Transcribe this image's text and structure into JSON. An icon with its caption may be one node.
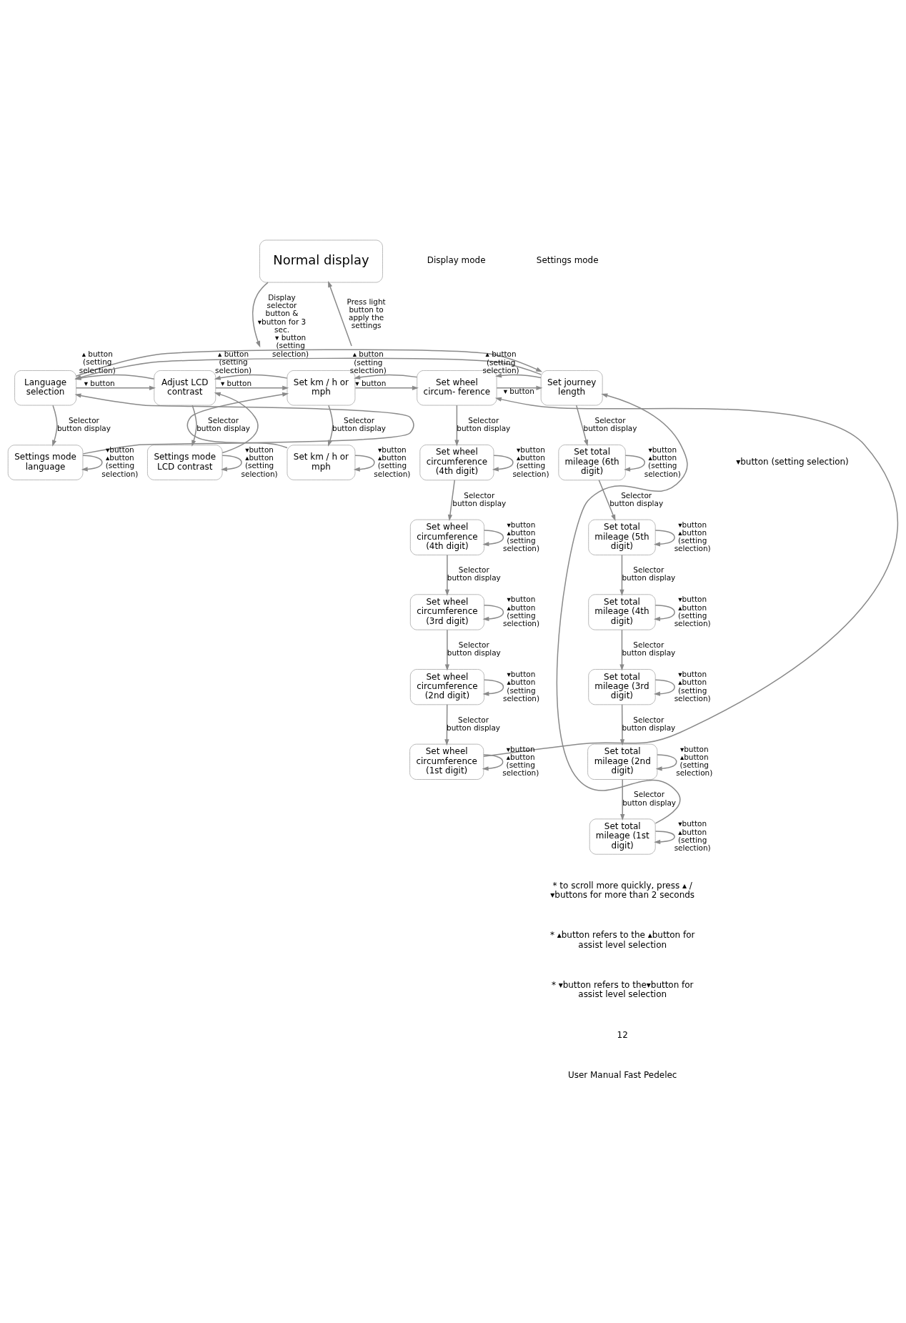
{
  "diagram": {
    "nodes": [
      {
        "text": [
          "Normal display"
        ]
      },
      {
        "text": [
          "Language selection"
        ]
      },
      {
        "text": [
          "Adjust LCD contrast"
        ]
      },
      {
        "text": [
          "Set km / h or mph"
        ]
      },
      {
        "text": [
          "Set wheel circum- ference"
        ]
      },
      {
        "text": [
          "Set journey length"
        ]
      },
      {
        "text": [
          "Settings mode language"
        ]
      },
      {
        "text": [
          "Settings mode LCD contrast"
        ]
      },
      {
        "text": [
          "Set km / h or mph"
        ]
      },
      {
        "text": [
          "Set wheel circumference (4th digit)"
        ]
      },
      {
        "text": [
          "Set wheel circumference (4th digit)"
        ]
      },
      {
        "text": [
          "Set wheel circumference (3rd digit)"
        ]
      },
      {
        "text": [
          "Set wheel circumference (2nd digit)"
        ]
      },
      {
        "text": [
          "Set wheel circumference (1st digit)"
        ]
      },
      {
        "text": [
          "Set total mileage (6th digit)"
        ]
      },
      {
        "text": [
          "Set total mileage (5th digit)"
        ]
      },
      {
        "text": [
          "Set total mileage (4th digit)"
        ]
      },
      {
        "text": [
          "Set total mileage (3rd digit)"
        ]
      },
      {
        "text": [
          "Set total mileage (2nd digit)"
        ]
      },
      {
        "text": [
          "Set total mileage (1st digit)"
        ]
      }
    ],
    "edges": [
      {
        "from": 0,
        "to": null,
        "arrow": "to",
        "label": "Display selector button & ▾button for 3 sec."
      },
      {
        "from": null,
        "to": 0,
        "arrow": "to",
        "label": "Press light button to apply the settings"
      },
      {
        "from": 1,
        "to": 2,
        "arrow": "to",
        "label": "▾ button"
      },
      {
        "from": 2,
        "to": 1,
        "arrow": "to",
        "label": "▴ button (setting selection)"
      },
      {
        "from": 2,
        "to": 3,
        "arrow": "to",
        "label": "▾ button"
      },
      {
        "from": 3,
        "to": 2,
        "arrow": "to",
        "label": "▴ button (setting selection)"
      },
      {
        "from": 3,
        "to": 4,
        "arrow": "to",
        "label": "▾ button"
      },
      {
        "from": 4,
        "to": 3,
        "arrow": "to",
        "label": "▴ button (setting selection)"
      },
      {
        "from": 4,
        "to": 5,
        "arrow": "to",
        "label": "▾ button"
      },
      {
        "from": 5,
        "to": 4,
        "arrow": "to",
        "label": "▴ button (setting selection)"
      },
      {
        "from": 5,
        "to": 1,
        "arrow": "to",
        "label": "▾ button (setting selection)"
      },
      {
        "from": 1,
        "to": 5,
        "arrow": "to"
      },
      {
        "from": 1,
        "to": 6,
        "arrow": "to",
        "label": "Selector button display"
      },
      {
        "from": 6,
        "to": 1,
        "arrow": "to"
      },
      {
        "from": 2,
        "to": 7,
        "arrow": "to",
        "label": "Selector button display"
      },
      {
        "from": 7,
        "to": 2,
        "arrow": "to"
      },
      {
        "from": 3,
        "to": 8,
        "arrow": "to",
        "label": "Selector button display"
      },
      {
        "from": 8,
        "to": 3,
        "arrow": "to"
      },
      {
        "from": 4,
        "to": 9,
        "arrow": "to",
        "label": "Selector button display"
      },
      {
        "from": 13,
        "to": 4,
        "arrow": "to"
      },
      {
        "from": 5,
        "to": 14,
        "arrow": "to",
        "label": "Selector button display"
      },
      {
        "from": 19,
        "to": 5,
        "arrow": "to"
      },
      {
        "from": 6,
        "to": 6,
        "arrow": "to",
        "label": "▾button ▴button (setting selection)"
      },
      {
        "from": 7,
        "to": 7,
        "arrow": "to",
        "label": "▾button ▴button (setting selection)"
      },
      {
        "from": 8,
        "to": 8,
        "arrow": "to",
        "label": "▾button ▴button (setting selection)"
      },
      {
        "from": 9,
        "to": 10,
        "arrow": "to",
        "label": "Selector button display"
      },
      {
        "from": 9,
        "to": 9,
        "arrow": "to",
        "label": "▾button ▴button (setting selection)"
      },
      {
        "from": 10,
        "to": 11,
        "arrow": "to",
        "label": "Selector button display"
      },
      {
        "from": 10,
        "to": 10,
        "arrow": "to",
        "label": "▾button ▴button (setting selection)"
      },
      {
        "from": 11,
        "to": 12,
        "arrow": "to",
        "label": "Selector button display"
      },
      {
        "from": 11,
        "to": 11,
        "arrow": "to",
        "label": "▾button ▴button (setting selection)"
      },
      {
        "from": 12,
        "to": 13,
        "arrow": "to",
        "label": "Selector button display"
      },
      {
        "from": 12,
        "to": 12,
        "arrow": "to",
        "label": "▾button ▴button (setting selection)"
      },
      {
        "from": 13,
        "to": 13,
        "arrow": "to",
        "label": "▾button ▴button (setting selection)"
      },
      {
        "from": 14,
        "to": 15,
        "arrow": "to",
        "label": "Selector button display"
      },
      {
        "from": 14,
        "to": 14,
        "arrow": "to",
        "label": "▾button ▴button (setting selection)"
      },
      {
        "from": 15,
        "to": 16,
        "arrow": "to",
        "label": "Selector button display"
      },
      {
        "from": 15,
        "to": 15,
        "arrow": "to",
        "label": "▾button ▴button (setting selection)"
      },
      {
        "from": 16,
        "to": 17,
        "arrow": "to",
        "label": "Selector button display"
      },
      {
        "from": 16,
        "to": 16,
        "arrow": "to",
        "label": "▾button ▴button (setting selection)"
      },
      {
        "from": 17,
        "to": 18,
        "arrow": "to",
        "label": "Selector button display"
      },
      {
        "from": 17,
        "to": 17,
        "arrow": "to",
        "label": "▾button ▴button (setting selection)"
      },
      {
        "from": 18,
        "to": 19,
        "arrow": "to",
        "label": "Selector button display"
      },
      {
        "from": 18,
        "to": 18,
        "arrow": "to",
        "label": "▾button ▴button (setting selection)"
      },
      {
        "from": 19,
        "to": 19,
        "arrow": "to",
        "label": "▾button ▴button (setting selection)"
      }
    ],
    "labels": [
      "Display mode",
      "Settings mode",
      "▾button (setting selection)",
      "* to scroll more quickly, press ▴ / ▾buttons for more than 2 seconds",
      "* ▴button refers to the ▴button for assist level selection",
      "* ▾button refers to the▾button for assist level selection",
      "12",
      "User Manual Fast Pedelec"
    ]
  }
}
